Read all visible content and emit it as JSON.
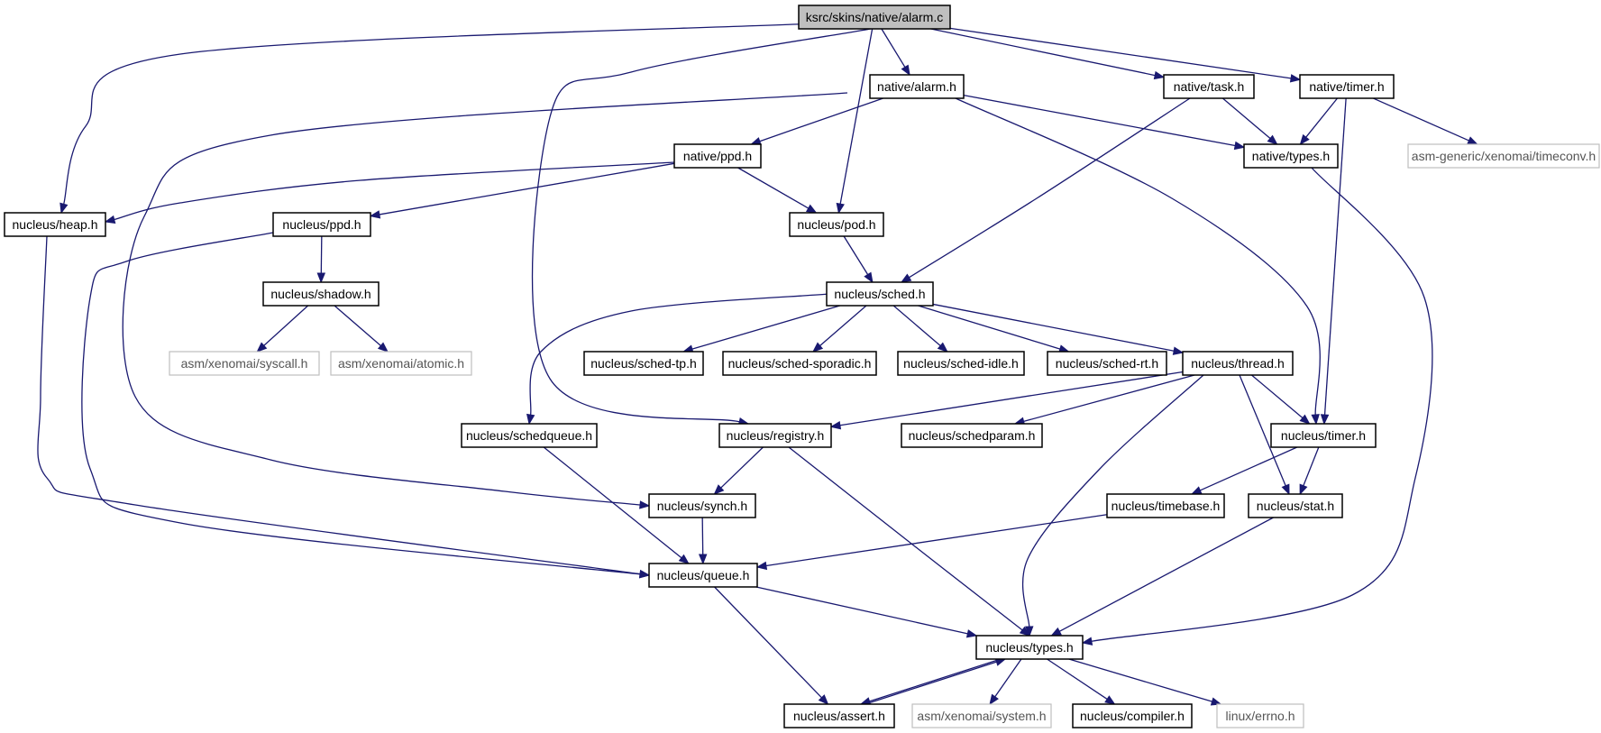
{
  "diagram": {
    "type": "include-dependency-graph",
    "colors": {
      "edge": "#191970",
      "root_fill": "#bfbfbf",
      "external_border": "#bfbfbf"
    },
    "nodes": [
      {
        "id": "root",
        "label": "ksrc/skins/native/alarm.c",
        "kind": "root"
      },
      {
        "id": "native_alarm",
        "label": "native/alarm.h",
        "kind": "normal"
      },
      {
        "id": "native_task",
        "label": "native/task.h",
        "kind": "normal"
      },
      {
        "id": "native_timer",
        "label": "native/timer.h",
        "kind": "normal"
      },
      {
        "id": "asm_timeconv",
        "label": "asm-generic/xenomai/timeconv.h",
        "kind": "external"
      },
      {
        "id": "native_ppd",
        "label": "native/ppd.h",
        "kind": "normal"
      },
      {
        "id": "native_types",
        "label": "native/types.h",
        "kind": "normal"
      },
      {
        "id": "nucleus_heap",
        "label": "nucleus/heap.h",
        "kind": "normal"
      },
      {
        "id": "nucleus_ppd",
        "label": "nucleus/ppd.h",
        "kind": "normal"
      },
      {
        "id": "nucleus_pod",
        "label": "nucleus/pod.h",
        "kind": "normal"
      },
      {
        "id": "nucleus_shadow",
        "label": "nucleus/shadow.h",
        "kind": "normal"
      },
      {
        "id": "nucleus_sched",
        "label": "nucleus/sched.h",
        "kind": "normal"
      },
      {
        "id": "asm_syscall",
        "label": "asm/xenomai/syscall.h",
        "kind": "external"
      },
      {
        "id": "asm_atomic",
        "label": "asm/xenomai/atomic.h",
        "kind": "external"
      },
      {
        "id": "sched_tp",
        "label": "nucleus/sched-tp.h",
        "kind": "normal"
      },
      {
        "id": "sched_sporadic",
        "label": "nucleus/sched-sporadic.h",
        "kind": "normal"
      },
      {
        "id": "sched_idle",
        "label": "nucleus/sched-idle.h",
        "kind": "normal"
      },
      {
        "id": "sched_rt",
        "label": "nucleus/sched-rt.h",
        "kind": "normal"
      },
      {
        "id": "nucleus_thread",
        "label": "nucleus/thread.h",
        "kind": "normal"
      },
      {
        "id": "schedqueue",
        "label": "nucleus/schedqueue.h",
        "kind": "normal"
      },
      {
        "id": "registry",
        "label": "nucleus/registry.h",
        "kind": "normal"
      },
      {
        "id": "schedparam",
        "label": "nucleus/schedparam.h",
        "kind": "normal"
      },
      {
        "id": "nucleus_timer",
        "label": "nucleus/timer.h",
        "kind": "normal"
      },
      {
        "id": "nucleus_synch",
        "label": "nucleus/synch.h",
        "kind": "normal"
      },
      {
        "id": "timebase",
        "label": "nucleus/timebase.h",
        "kind": "normal"
      },
      {
        "id": "nucleus_stat",
        "label": "nucleus/stat.h",
        "kind": "normal"
      },
      {
        "id": "nucleus_queue",
        "label": "nucleus/queue.h",
        "kind": "normal"
      },
      {
        "id": "nucleus_types",
        "label": "nucleus/types.h",
        "kind": "normal"
      },
      {
        "id": "nucleus_assert",
        "label": "nucleus/assert.h",
        "kind": "normal"
      },
      {
        "id": "asm_system",
        "label": "asm/xenomai/system.h",
        "kind": "external"
      },
      {
        "id": "nucleus_compiler",
        "label": "nucleus/compiler.h",
        "kind": "normal"
      },
      {
        "id": "linux_errno",
        "label": "linux/errno.h",
        "kind": "external"
      }
    ],
    "edges": [
      [
        "root",
        "nucleus_heap"
      ],
      [
        "root",
        "native_alarm"
      ],
      [
        "root",
        "registry"
      ],
      [
        "root",
        "nucleus_pod"
      ],
      [
        "root",
        "native_task"
      ],
      [
        "root",
        "native_timer"
      ],
      [
        "native_alarm",
        "native_ppd"
      ],
      [
        "native_alarm",
        "native_types"
      ],
      [
        "native_alarm",
        "nucleus_synch"
      ],
      [
        "native_alarm",
        "nucleus_timer"
      ],
      [
        "native_task",
        "native_types"
      ],
      [
        "native_task",
        "nucleus_sched"
      ],
      [
        "native_timer",
        "native_types"
      ],
      [
        "native_timer",
        "asm_timeconv"
      ],
      [
        "native_timer",
        "nucleus_timer"
      ],
      [
        "native_ppd",
        "nucleus_heap"
      ],
      [
        "native_ppd",
        "nucleus_ppd"
      ],
      [
        "native_ppd",
        "nucleus_pod"
      ],
      [
        "native_types",
        "nucleus_types"
      ],
      [
        "nucleus_heap",
        "nucleus_queue"
      ],
      [
        "nucleus_ppd",
        "nucleus_shadow"
      ],
      [
        "nucleus_ppd",
        "nucleus_queue"
      ],
      [
        "nucleus_shadow",
        "asm_syscall"
      ],
      [
        "nucleus_shadow",
        "asm_atomic"
      ],
      [
        "nucleus_pod",
        "nucleus_sched"
      ],
      [
        "nucleus_sched",
        "schedqueue"
      ],
      [
        "nucleus_sched",
        "sched_tp"
      ],
      [
        "nucleus_sched",
        "sched_sporadic"
      ],
      [
        "nucleus_sched",
        "sched_idle"
      ],
      [
        "nucleus_sched",
        "sched_rt"
      ],
      [
        "nucleus_sched",
        "nucleus_thread"
      ],
      [
        "nucleus_thread",
        "registry"
      ],
      [
        "nucleus_thread",
        "schedparam"
      ],
      [
        "nucleus_thread",
        "nucleus_timer"
      ],
      [
        "nucleus_thread",
        "nucleus_stat"
      ],
      [
        "nucleus_thread",
        "nucleus_types"
      ],
      [
        "schedqueue",
        "nucleus_queue"
      ],
      [
        "registry",
        "nucleus_synch"
      ],
      [
        "registry",
        "nucleus_types"
      ],
      [
        "nucleus_timer",
        "timebase"
      ],
      [
        "nucleus_timer",
        "nucleus_stat"
      ],
      [
        "nucleus_synch",
        "nucleus_queue"
      ],
      [
        "timebase",
        "nucleus_queue"
      ],
      [
        "nucleus_stat",
        "nucleus_types"
      ],
      [
        "nucleus_queue",
        "nucleus_types"
      ],
      [
        "nucleus_queue",
        "nucleus_assert"
      ],
      [
        "nucleus_types",
        "nucleus_assert"
      ],
      [
        "nucleus_types",
        "asm_system"
      ],
      [
        "nucleus_types",
        "nucleus_compiler"
      ],
      [
        "nucleus_types",
        "linux_errno"
      ],
      [
        "nucleus_assert",
        "nucleus_types"
      ]
    ]
  }
}
